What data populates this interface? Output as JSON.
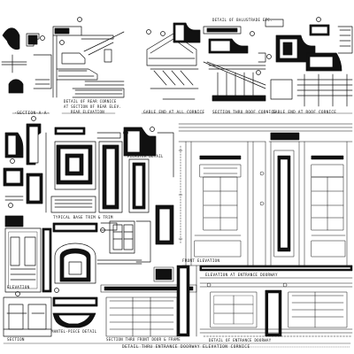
{
  "sheet": {
    "labels": {
      "section_a": "·SECTION·A-A·",
      "detail_rear_cornice": "DETAIL OF REAR CORNICE",
      "section_rear_elev": "AT SECTION OF REAR ELEV.",
      "rear_elevation": "REAR ELEVATION",
      "gable_end_1": "GABLE END AT ALL CORNICE",
      "section_roof_cornice": "SECTION THRU ROOF CORNICE",
      "gable_end_2": "GABLE END AT ROOF CORNICE",
      "section_top_right": "DETAIL OF BALUSTRADE ETC.",
      "typical_base_trim": "TYPICAL BASE TRIM & TRIM",
      "pilaster_detail": "PILASTER DETAIL",
      "front_elevation": "FRONT ELEVATION",
      "elevation_bottom_left": "ELEVATION",
      "section_bottom_left": "SECTION",
      "mantel_detail": "MANTEL-PIECE DETAIL",
      "front_door_section": "SECTION THRU FRONT DOOR & FRAME",
      "door_elev": "ELEVATION AT ENTRANCE DOORWAY",
      "detail_of_doorway": "DETAIL OF ENTRANCE DOORWAY",
      "bottom_caption": "DETAIL THRU ENTRANCE DOORWAY ELEVATION CORNICE"
    }
  }
}
